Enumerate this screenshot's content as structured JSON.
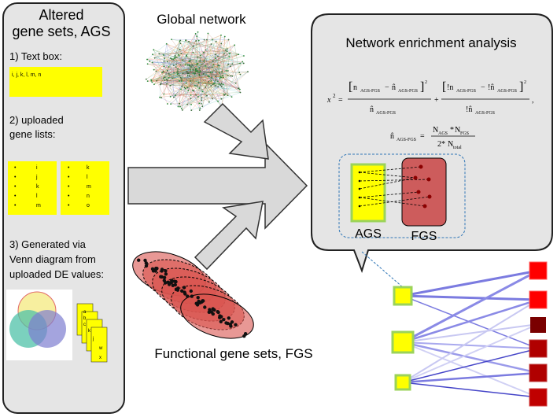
{
  "left_panel": {
    "title_line1": "Altered",
    "title_line2": "gene sets, AGS",
    "step1_label": "1) Text box:",
    "step1_text": "i, j, k, l, m, n",
    "step2_line1": "2) uploaded",
    "step2_line2": "gene lists:",
    "list1": [
      "i",
      "j",
      "k",
      "l",
      "m"
    ],
    "list2": [
      "k",
      "l",
      "m",
      "n",
      "o"
    ],
    "step3_line1": "3) Generated via",
    "step3_line2": "Venn diagram from",
    "step3_line3": "uploaded DE values:",
    "card_letters": [
      "a",
      "b",
      "c",
      "k",
      "j",
      "w",
      "x"
    ]
  },
  "global_network": {
    "title": "Global network"
  },
  "functional_sets": {
    "label": "Functional gene sets, FGS"
  },
  "analysis_panel": {
    "title": "Network enrichment analysis",
    "formula1": {
      "lhs": "x",
      "sup": "2",
      "eq": "=",
      "n": "n",
      "notn": "!n",
      "nhat": "n̂",
      "notnhat": "!n̂",
      "sub": "AGS-FGS",
      "plus": "+",
      "minus": "−",
      "comma": ","
    },
    "formula2": {
      "lhs": "n̂",
      "lhs_sub": "AGS-FGS",
      "eq": "=",
      "num_a": "N",
      "num_a_sub": "AGS",
      "star": "*",
      "num_b": "N",
      "num_b_sub": "FGS",
      "den_coef": "2*",
      "den": "N",
      "den_sub": "total"
    },
    "ags_label": "AGS",
    "fgs_label": "FGS"
  },
  "colors": {
    "panel_fill": "#e5e5e5",
    "yellow": "#ffff00",
    "ags_border": "#9bd35a",
    "fgs_fill": "#cd5c5c",
    "edge_blue": "#6a6ad8",
    "node_red": "#ff0000",
    "node_dark": "#800000",
    "arrow_gray": "#d9d9d9"
  }
}
